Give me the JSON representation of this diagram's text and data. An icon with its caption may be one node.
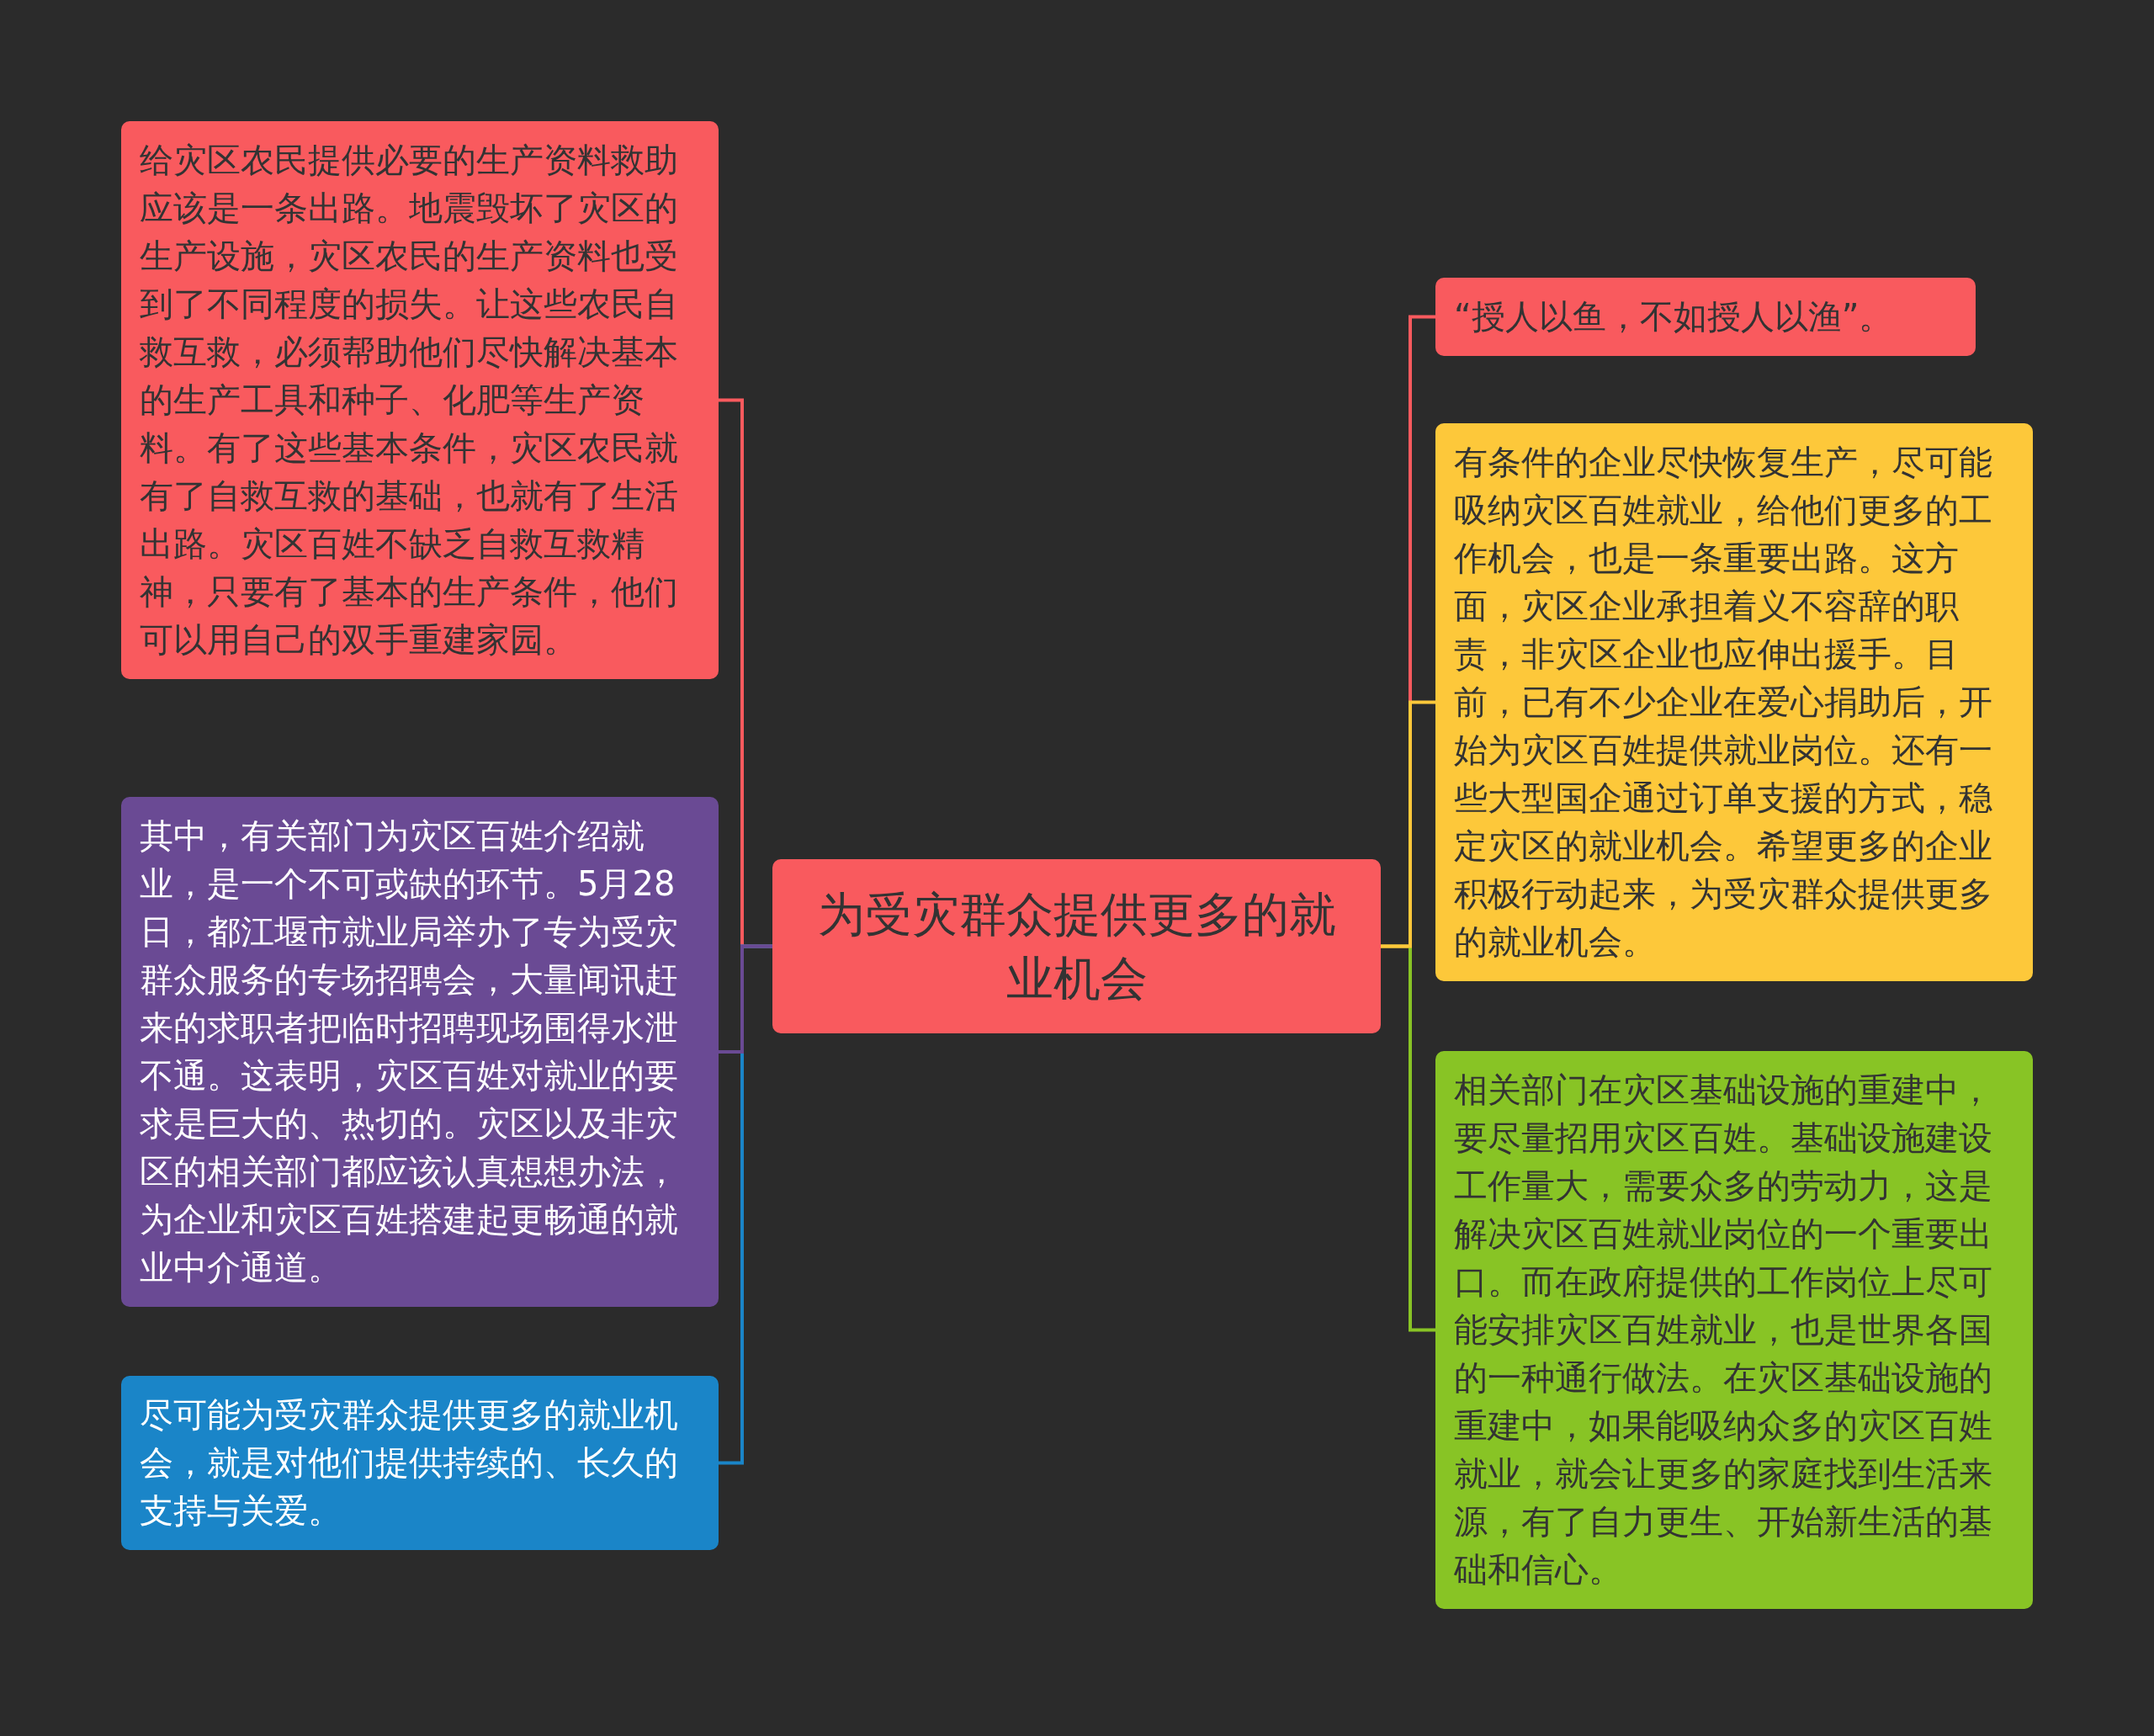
{
  "diagram": {
    "nodes": [
      {
        "text": [
          "为受灾群众提供更多的就业机会"
        ]
      },
      {
        "text": [
          "给灾区农民提供必要的生产资料救助应该是一条出路。地震毁坏了灾区的生产设施，灾区农民的生产资料也受到了不同程度的损失。让这些农民自救互救，必须帮助他们尽快解决基本的生产工具和种子、化肥等生产资料。有了这些基本条件，灾区农民就有了自救互救的基础，也就有了生活出路。灾区百姓不缺乏自救互救精神，只要有了基本的生产条件，他们可以用自己的双手重建家园。"
        ]
      },
      {
        "text": [
          "其中，有关部门为灾区百姓介绍就业，是一个不可或缺的环节。5月28日，都江堰市就业局举办了专为受灾群众服务的专场招聘会，大量闻讯赶来的求职者把临时招聘现场围得水泄不通。这表明，灾区百姓对就业的要求是巨大的、热切的。灾区以及非灾区的相关部门都应该认真想想办法，为企业和灾区百姓搭建起更畅通的就业中介通道。"
        ]
      },
      {
        "text": [
          "尽可能为受灾群众提供更多的就业机会，就是对他们提供持续的、长久的支持与关爱。"
        ]
      },
      {
        "text": [
          "“授人以鱼，不如授人以渔”。"
        ]
      },
      {
        "text": [
          "有条件的企业尽快恢复生产，尽可能吸纳灾区百姓就业，给他们更多的工作机会，也是一条重要出路。这方面，灾区企业承担着义不容辞的职责，非灾区企业也应伸出援手。目前，已有不少企业在爱心捐助后，开始为灾区百姓提供就业岗位。还有一些大型国企通过订单支援的方式，稳定灾区的就业机会。希望更多的企业积极行动起来，为受灾群众提供更多的就业机会。"
        ]
      },
      {
        "text": [
          "相关部门在灾区基础设施的重建中，要尽量招用灾区百姓。基础设施建设工作量大，需要众多的劳动力，这是解决灾区百姓就业岗位的一个重要出口。而在政府提供的工作岗位上尽可能安排灾区百姓就业，也是世界各国的一种通行做法。在灾区基础设施的重建中，如果能吸纳众多的灾区百姓就业，就会让更多的家庭找到生活来源，有了自力更生、开始新生活的基础和信心。"
        ]
      }
    ],
    "edges": [
      {
        "from": 0,
        "to": 1,
        "arrow": "none",
        "color": "#f95a5e"
      },
      {
        "from": 0,
        "to": 2,
        "arrow": "none",
        "color": "#6a4a94"
      },
      {
        "from": 0,
        "to": 3,
        "arrow": "none",
        "color": "#1a85c8"
      },
      {
        "from": 0,
        "to": 4,
        "arrow": "none",
        "color": "#f95a5e"
      },
      {
        "from": 0,
        "to": 5,
        "arrow": "none",
        "color": "#fdc83a"
      },
      {
        "from": 0,
        "to": 6,
        "arrow": "none",
        "color": "#88c425"
      }
    ]
  }
}
